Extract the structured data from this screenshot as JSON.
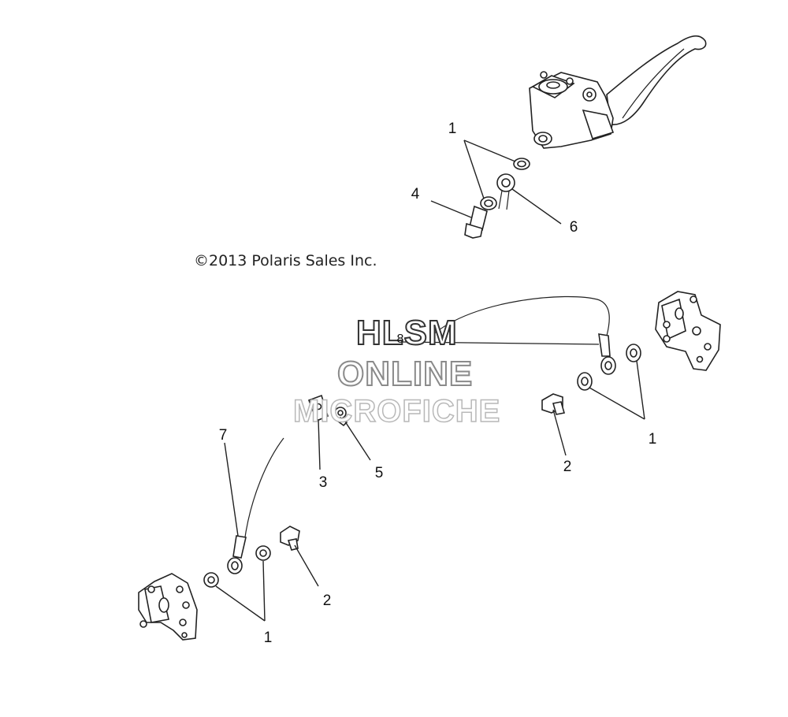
{
  "copyright": "©2013 Polaris Sales Inc.",
  "watermark": {
    "line1": "HLSM",
    "line2": "ONLINE",
    "line3": "MICROFICHE"
  },
  "callouts": {
    "washer_top": "1",
    "bolt_top": "4",
    "hose_fitting_top": "6",
    "hose_right": "8",
    "washer_right": "1",
    "bolt_right": "2",
    "clip": "3",
    "screw": "5",
    "hose_left": "7",
    "bolt_left": "2",
    "washer_left": "1"
  }
}
